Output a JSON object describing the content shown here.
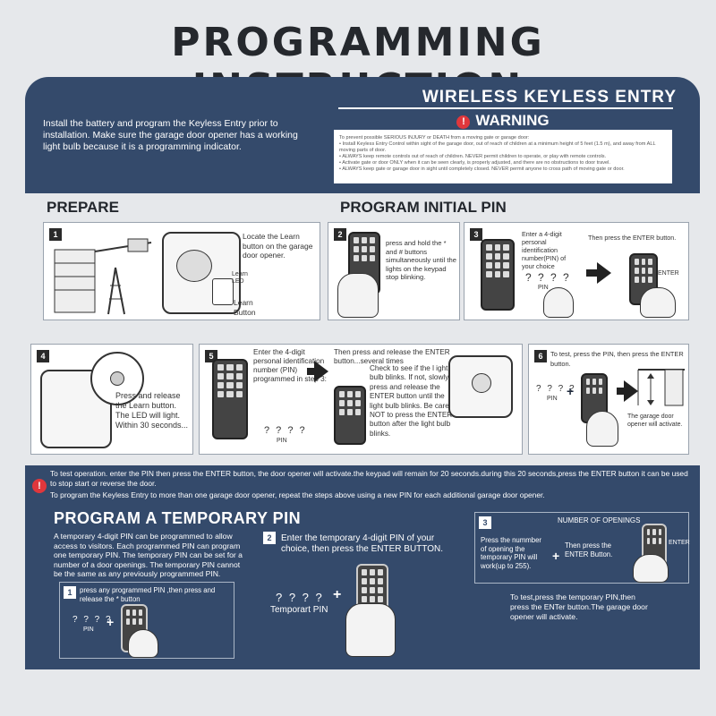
{
  "title": "PROGRAMMING INSTRUCTION",
  "header": {
    "subtitle": "WIRELESS KEYLESS ENTRY",
    "intro": "Install the battery and program the Keyless Entry prior to installation. Make sure the garage door opener has a working light bulb because it is a programming indicator."
  },
  "warning": {
    "heading": "WARNING",
    "items": [
      "To prevent possible SERIOUS INJURY or DEATH from a moving gate or garage door:",
      "• Install Keyless Entry Control within sight of the garage door, out of reach of children at a minimum height of 5 feet (1.5 m), and away from ALL moving parts of door.",
      "• ALWAYS keep remote controls out of reach of children. NEVER permit children to operate, or play with remote controls.",
      "• Activate gate or door ONLY when it can be seen clearly, is properly adjusted, and there are no obstructions to door travel.",
      "• ALWAYS keep gate or garage door in sight until completely closed. NEVER permit anyone to cross path of moving gate or door."
    ]
  },
  "prepare": {
    "heading": "PREPARE",
    "step1": {
      "num": "1",
      "text": "Locate the Learn button on the garage door opener.",
      "led_label": "Learn LED",
      "button_label": "Learn Button"
    },
    "step4": {
      "num": "4",
      "text": "Press and release the Learn button. The LED will light. Within 30 seconds..."
    }
  },
  "initial_pin": {
    "heading": "PROGRAM INITIAL PIN",
    "step2": {
      "num": "2",
      "text": "press and hold the * and # buttons simultaneously until the lights on the keypad stop blinking."
    },
    "step3": {
      "num": "3",
      "text": "Enter a 4-digit personal identification number(PIN) of your choice",
      "pin": "? ? ? ?",
      "pin_label": "PIN",
      "then": "Then press the ENTER button.",
      "enter": "ENTER"
    },
    "step5": {
      "num": "5",
      "text1": "Enter the 4-digit personal identification number (PIN) programmed in step 3:",
      "pin": "? ? ? ?",
      "pin_label": "PIN",
      "text2": "Then press and release the ENTER button...several times",
      "text3": "Check to see if the l ight bulb blinks. If not, slowly press and release the ENTER button until the light bulb blinks. Be careful NOT to press the ENTER button after the light bulb blinks."
    },
    "step6": {
      "num": "6",
      "text": "To test, press the PIN, then press the ENTER button.",
      "pin": "? ? ? ?",
      "pin_label": "PIN",
      "result": "The garage door opener will activate."
    }
  },
  "notes": {
    "line1": "To test operation. enter the PIN then press the ENTER button, the door opener will activate.the keypad will remain for 20 seconds.during this 20 seconds,press the ENTER button it can be used to stop start or reverse the door.",
    "line2": "To program the Keyless Entry to more than one garage door opener, repeat the steps above using a new PIN for each additional garage door opener."
  },
  "temporary": {
    "heading": "PROGRAM A TEMPORARY PIN",
    "description": "A temporary 4-digit PIN can be programmed to allow access to visitors. Each programmed PIN can program one temporary PIN. The temporary PIN can be set for a number of a door openings. The temporary PIN cannot be the same as any previously programmed PIN.",
    "step1": {
      "num": "1",
      "text": "press any programmed PIN ,then press and release the * button",
      "pin": "? ? ? ?",
      "pin_label": "PIN"
    },
    "step2": {
      "num": "2",
      "text": "Enter the temporary 4-digit PIN of your choice, then press the ENTER BUTTON.",
      "pin": "? ? ? ?",
      "pin_label": "Temporart PIN"
    },
    "step3": {
      "num": "3",
      "heading": "NUMBER OF OPENINGS",
      "text": "Press the nummber of opening the temporary PIN will  work(up to 255).",
      "then": "Then press the ENTER Button.",
      "enter": "ENTER"
    },
    "final": "To test,press the temporary PIN,then press the ENTer button.The garage door opener will activate."
  },
  "colors": {
    "navy": "#344a6b",
    "alert": "#e0373c"
  }
}
